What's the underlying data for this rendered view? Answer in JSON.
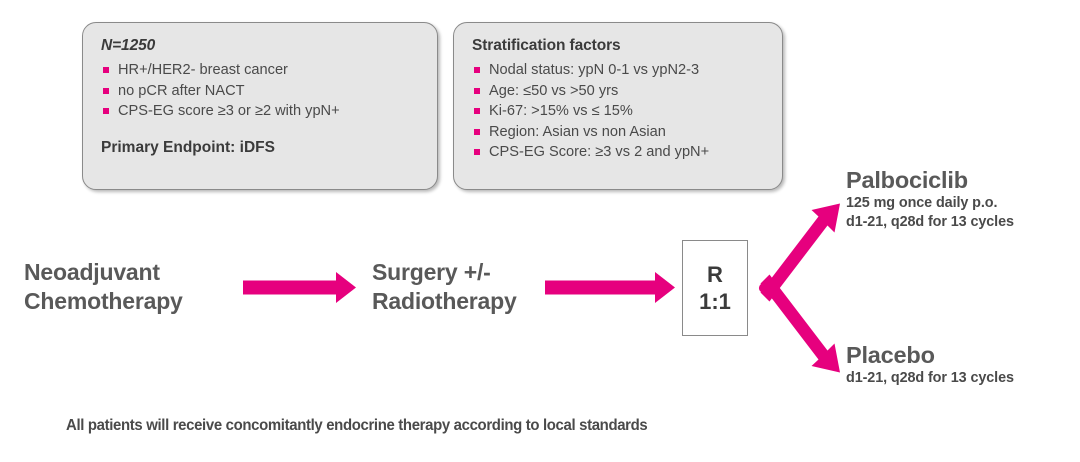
{
  "population_box": {
    "title": "N=1250",
    "bullets": [
      "HR+/HER2- breast cancer",
      "no pCR after NACT",
      "CPS-EG score ≥3 or ≥2 with ypN+"
    ],
    "endpoint": "Primary Endpoint: iDFS"
  },
  "stratification_box": {
    "title": "Stratification factors",
    "bullets": [
      "Nodal status: ypN 0-1 vs ypN2-3",
      "Age: ≤50 vs >50 yrs",
      "Ki-67: >15% vs ≤ 15%",
      "Region: Asian vs non Asian",
      "CPS-EG Score: ≥3 vs 2 and ypN+"
    ]
  },
  "flow": {
    "stage_1_line_1": "Neoadjuvant",
    "stage_1_line_2": "Chemotherapy",
    "stage_2_line_1": "Surgery +/-",
    "stage_2_line_2": "Radiotherapy",
    "randomization_letter": "R",
    "randomization_ratio": "1:1"
  },
  "arms": {
    "palbociclib": {
      "name": "Palbociclib",
      "dose": "125 mg once daily p.o.",
      "schedule": "d1-21, q28d for 13 cycles"
    },
    "placebo": {
      "name": "Placebo",
      "schedule": "d1-21, q28d for 13 cycles"
    }
  },
  "footer": {
    "note": "All patients will receive concomitantly endocrine therapy according to local standards"
  },
  "colors": {
    "accent_magenta": "#e6007e",
    "box_fill": "#e6e6e6",
    "box_border": "#8a8a8a",
    "text_gray": "#4a4a4a"
  }
}
